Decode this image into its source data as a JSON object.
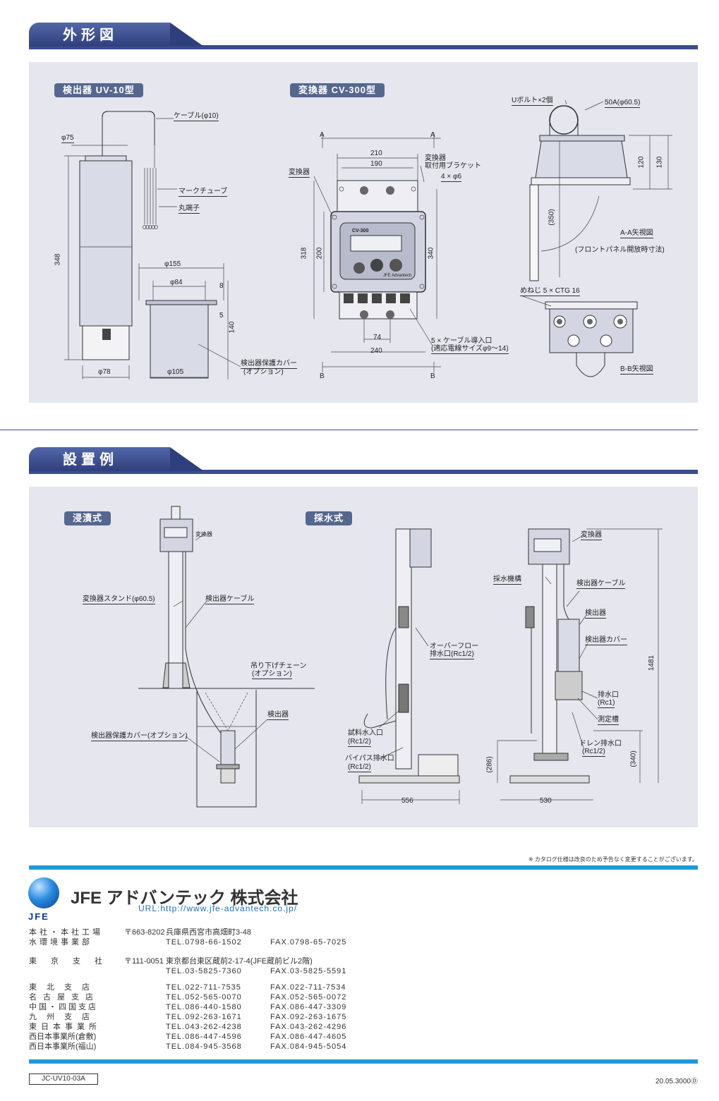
{
  "sections": {
    "outline_title": "外形図",
    "install_title": "設置例"
  },
  "outline": {
    "detector_pill": "検出器 UV-10型",
    "converter_pill": "変換器 CV-300型",
    "detector_labels": {
      "cable": "ケーブル(φ10)",
      "phi75": "φ75",
      "mark_tube": "マークチューブ",
      "round_terminal": "丸端子",
      "dim348": "348",
      "phi155": "φ155",
      "phi84": "φ84",
      "d8": "8",
      "d5": "5",
      "d140": "140",
      "phi78": "φ78",
      "phi105": "φ105",
      "cover1": "検出器保護カバー",
      "cover2": "(オプション)"
    },
    "converter_labels": {
      "a_left": "A",
      "a_right": "A",
      "b_left": "B",
      "b_right": "B",
      "d210": "210",
      "d190": "190",
      "converter": "変換器",
      "bracket1": "変換器",
      "bracket2": "取付用ブラケット",
      "holes": "4 × φ6",
      "d318": "318",
      "d200": "200",
      "d340": "340",
      "d74": "74",
      "d240": "240",
      "cable_entry1": "5 × ケーブル導入口",
      "cable_entry2": "(適応電線サイズφ9～14)",
      "panel_model": "CV-300",
      "panel_brand": "JFE Advantech"
    },
    "side_labels": {
      "ubolt": "Uボルト×2個",
      "pipe": "50A(φ60.5)",
      "d120": "120",
      "d130": "130",
      "d350": "(350)",
      "aa_view": "A-A矢視図",
      "front_open": "(フロントパネル開放時寸法)",
      "female_screw": "めねじ 5 × CTG 16",
      "bb_view": "B-B矢視図"
    }
  },
  "install": {
    "immersion_pill": "浸漬式",
    "sampling_pill": "採水式",
    "immersion_labels": {
      "converter": "変換器",
      "stand": "変換器スタンド(φ60.5)",
      "cable": "検出器ケーブル",
      "chain1": "吊り下げチェーン",
      "chain2": "(オプション)",
      "detector": "検出器",
      "cover": "検出器保護カバー(オプション)"
    },
    "sampling_labels": {
      "overflow1": "オーバーフロー",
      "overflow2": "排水口(Rc1/2)",
      "sample_in1": "試料水入口",
      "sample_in2": "(Rc1/2)",
      "bypass1": "バイパス排水口",
      "bypass2": "(Rc1/2)",
      "d556": "556",
      "converter": "変換器",
      "mechanism": "採水機構",
      "det_cable": "検出器ケーブル",
      "detector": "検出器",
      "det_cover": "検出器カバー",
      "drain1": "排水口",
      "drain2": "(Rc1)",
      "tank": "測定槽",
      "drain_out1": "ドレン排水口",
      "drain_out2": "(Rc1/2)",
      "d1481": "1481",
      "d286": "(286)",
      "d340": "(340)",
      "d530": "530"
    }
  },
  "footer": {
    "notice": "※ カタログ仕様は改良のため予告なく変更することがございます。",
    "company": "JFE アドバンテック 株式会社",
    "logo_text": "JFE",
    "url": "URL:http://www.jfe-advantech.co.jp/",
    "offices": [
      {
        "name1": "本社・本社工場",
        "name2": "水環境事業部",
        "zip": "〒663-8202",
        "address": "兵庫県西宮市高畑町3-48",
        "tel": "TEL.0798-66-1502",
        "fax": "FAX.0798-65-7025"
      },
      {
        "name1": "東京支社",
        "zip": "〒111-0051",
        "address": "東京都台東区蔵前2-17-4(JFE蔵前ビル2階)",
        "tel": "TEL.03-5825-7360",
        "fax": "FAX.03-5825-5591"
      }
    ],
    "branches": [
      {
        "name": "東北支店",
        "tel": "TEL.022-711-7535",
        "fax": "FAX.022-711-7534"
      },
      {
        "name": "名古屋支店",
        "tel": "TEL.052-565-0070",
        "fax": "FAX.052-565-0072"
      },
      {
        "name": "中国・四国支店",
        "tel": "TEL.086-440-1580",
        "fax": "FAX.086-447-3309"
      },
      {
        "name": "九州支店",
        "tel": "TEL.092-263-1671",
        "fax": "FAX.092-263-1675"
      },
      {
        "name": "東日本事業所",
        "tel": "TEL.043-262-4238",
        "fax": "FAX.043-262-4296"
      },
      {
        "name": "西日本事業所(倉敷)",
        "tel": "TEL.086-447-4596",
        "fax": "FAX.086-447-4605"
      },
      {
        "name": "西日本事業所(福山)",
        "tel": "TEL.084-945-3568",
        "fax": "FAX.084-945-5054"
      }
    ],
    "doc_code": "JC-UV10-03A",
    "print_code": "20.05.3000Ⓓ"
  }
}
